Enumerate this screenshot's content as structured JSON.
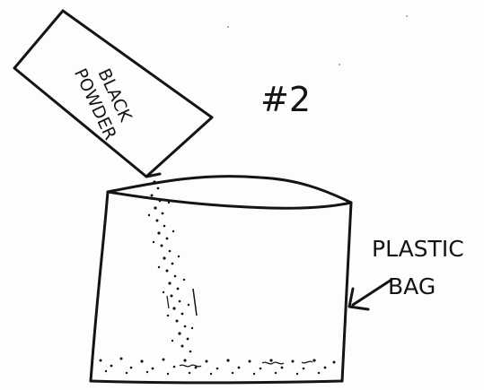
{
  "step_number": "#2",
  "box_label": {
    "line1": "BLACK",
    "line2": "POWDER"
  },
  "bag_label": {
    "line1": "PLASTIC",
    "line2": "BAG"
  },
  "colors": {
    "ink": "#141414",
    "paper": "#fdfdfd"
  }
}
